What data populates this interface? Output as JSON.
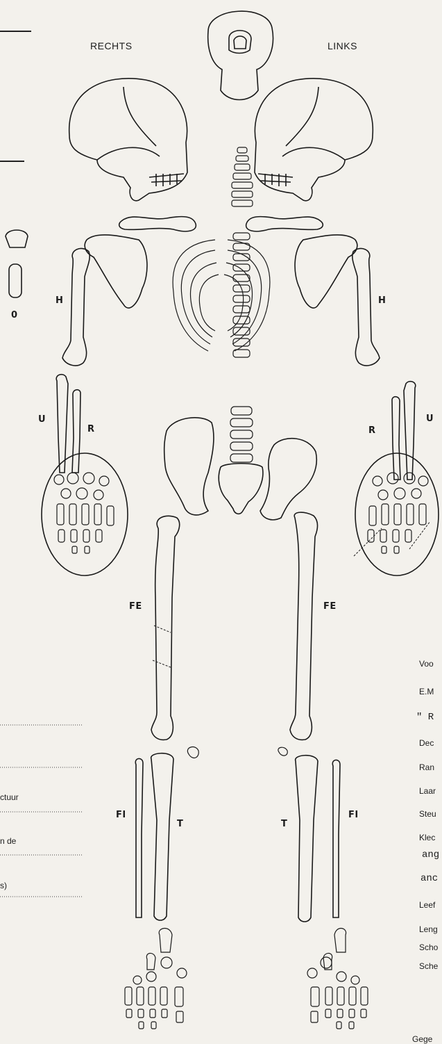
{
  "header": {
    "right_label": "RECHTS",
    "left_label": "LINKS"
  },
  "bone_labels": {
    "humerus": "H",
    "ulna": "U",
    "radius": "R",
    "femur": "FE",
    "fibula": "FI",
    "tibia": "T",
    "loose_left": "0"
  },
  "left_margin": {
    "fragment_1": "ctuur",
    "fragment_2": "n de",
    "fragment_3": "s)"
  },
  "right_margin": {
    "line_1": "Voo",
    "line_2": "E.M",
    "line_3": "\" R",
    "line_4": "Dec",
    "line_5": "Ran",
    "line_6": "Laar",
    "line_7": "Steu",
    "line_8": "Klec",
    "line_9": "ang",
    "line_10": "anc",
    "line_11": "Leef",
    "line_12": "Leng",
    "line_13": "Scho",
    "line_14": "Sche",
    "line_15": "Gege"
  }
}
